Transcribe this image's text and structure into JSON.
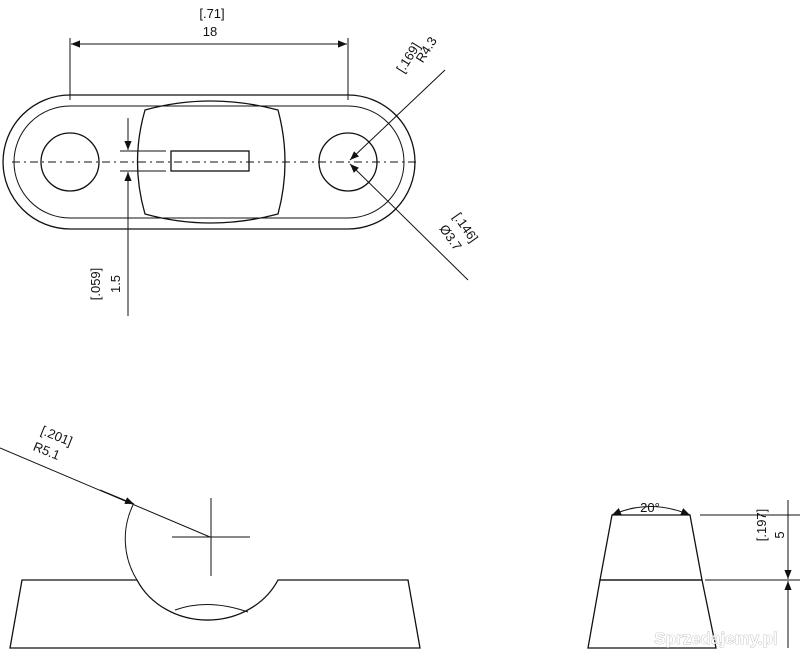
{
  "top_view": {
    "length_in": "[.71]",
    "length_mm": "18",
    "radius_in": "[.169]",
    "radius_mm": "R4.3",
    "hole_in": "[.146]",
    "hole_mm": "Ø3.7",
    "slot_in": "[.059]",
    "slot_mm": "1.5"
  },
  "front_view": {
    "radius_in": "[.201]",
    "radius_mm": "R5.1"
  },
  "side_view": {
    "angle": "20°",
    "height_in": "[.197]",
    "height_mm": "5"
  },
  "watermark": "Sprzedajemy.pl"
}
